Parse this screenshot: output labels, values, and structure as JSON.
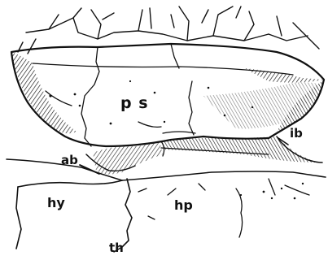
{
  "labels": {
    "ps": "p s",
    "ib": "ib",
    "ab": "ab",
    "hy": "hy",
    "hp": "hp",
    "th": "th"
  },
  "colors": {
    "ink": "#111111",
    "background": "#ffffff"
  }
}
